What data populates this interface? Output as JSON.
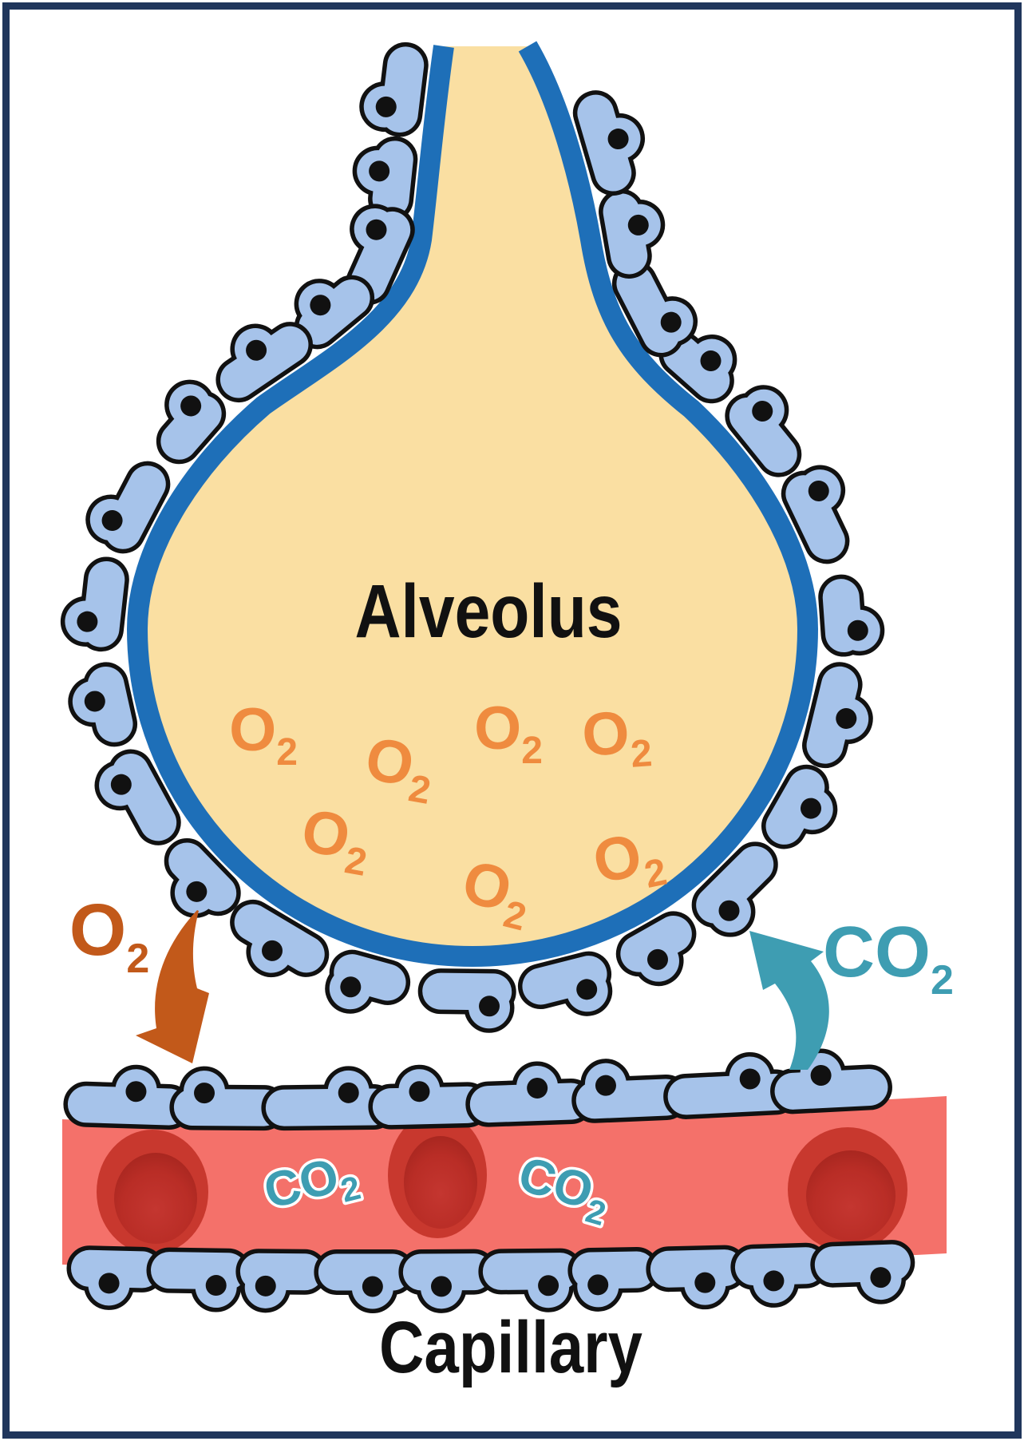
{
  "labels": {
    "alveolus": "Alveolus",
    "capillary": "Capillary"
  },
  "gases": {
    "o2": {
      "symbol": "O",
      "subscript": "2"
    },
    "co2": {
      "symbol": "CO",
      "subscript": "2"
    }
  },
  "colors": {
    "frame": "#20365C",
    "alveolus_air": "#FADFA2",
    "membrane_lining": "#1E6FB8",
    "epithelial_cell": "#A6C3EA",
    "cell_outline": "#111111",
    "capillary_blood": "#F4716A",
    "red_blood_cell": "#C8382E",
    "o2_molecule": "#EF8B3F",
    "o2_arrow": "#C2591A",
    "co2_label": "#3E9DB2",
    "title_text": "#111111"
  }
}
